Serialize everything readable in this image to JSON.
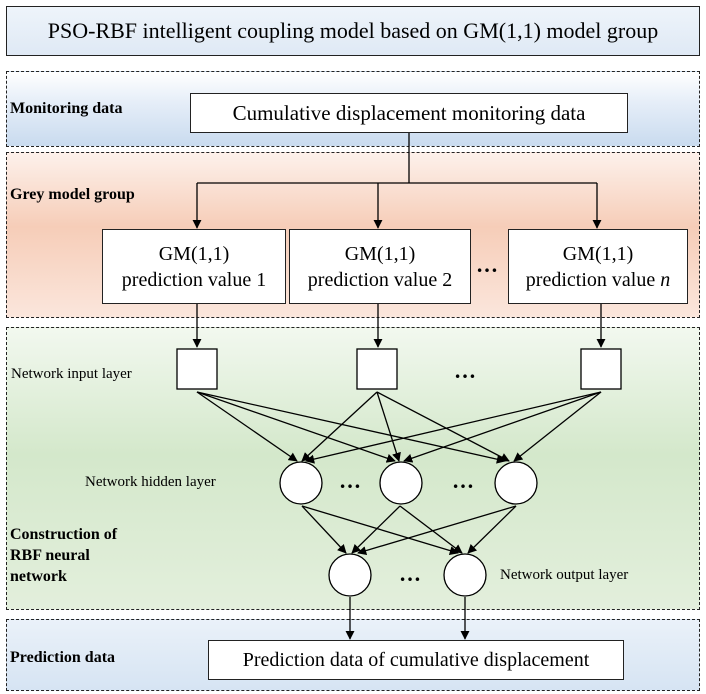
{
  "title": "PSO-RBF intelligent coupling model based on GM(1,1) model group",
  "sections": {
    "monitoring": {
      "label": "Monitoring data",
      "box": "Cumulative displacement monitoring data"
    },
    "grey": {
      "label": "Grey model group",
      "models": [
        {
          "name": "GM(1,1)",
          "prefix": "prediction value ",
          "index": "1"
        },
        {
          "name": "GM(1,1)",
          "prefix": "prediction value ",
          "index": "2"
        },
        {
          "name": "GM(1,1)",
          "prefix": "prediction value ",
          "index": "n"
        }
      ],
      "ellipsis": "…"
    },
    "rbf": {
      "label_line1": "Construction of",
      "label_line2": "RBF neural",
      "label_line3": "network",
      "input_layer": "Network input layer",
      "hidden_layer": "Network hidden layer",
      "output_layer": "Network output layer",
      "ellipsis": "…"
    },
    "prediction": {
      "label": "Prediction data",
      "box": "Prediction data of cumulative displacement"
    }
  }
}
